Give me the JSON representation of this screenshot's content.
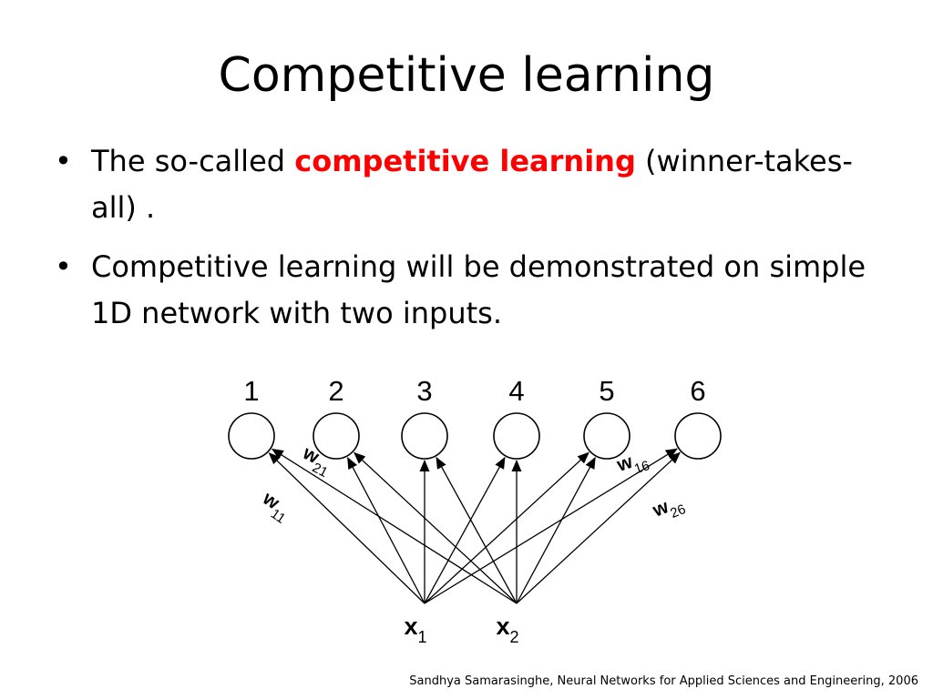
{
  "slide": {
    "title": "Competitive learning",
    "bullets": [
      {
        "before": "The so-called ",
        "highlight": "competitive learning",
        "after": " (winner-takes-all) ."
      },
      {
        "before": "Competitive learning will be demonstrated on simple 1D network with two inputs.",
        "highlight": "",
        "after": ""
      }
    ],
    "bullet_symbol": "•",
    "highlight_color": "#ff0000"
  },
  "diagram": {
    "neurons": [
      "1",
      "2",
      "3",
      "4",
      "5",
      "6"
    ],
    "inputs": [
      {
        "base": "x",
        "sub": "1"
      },
      {
        "base": "x",
        "sub": "2"
      }
    ],
    "weight_labels": [
      {
        "base": "w",
        "sub": "21"
      },
      {
        "base": "w",
        "sub": "11"
      },
      {
        "base": "w",
        "sub": "16"
      },
      {
        "base": "w",
        "sub": "26"
      }
    ]
  },
  "citation": "Sandhya Samarasinghe, Neural Networks for Applied Sciences and Engineering, 2006"
}
